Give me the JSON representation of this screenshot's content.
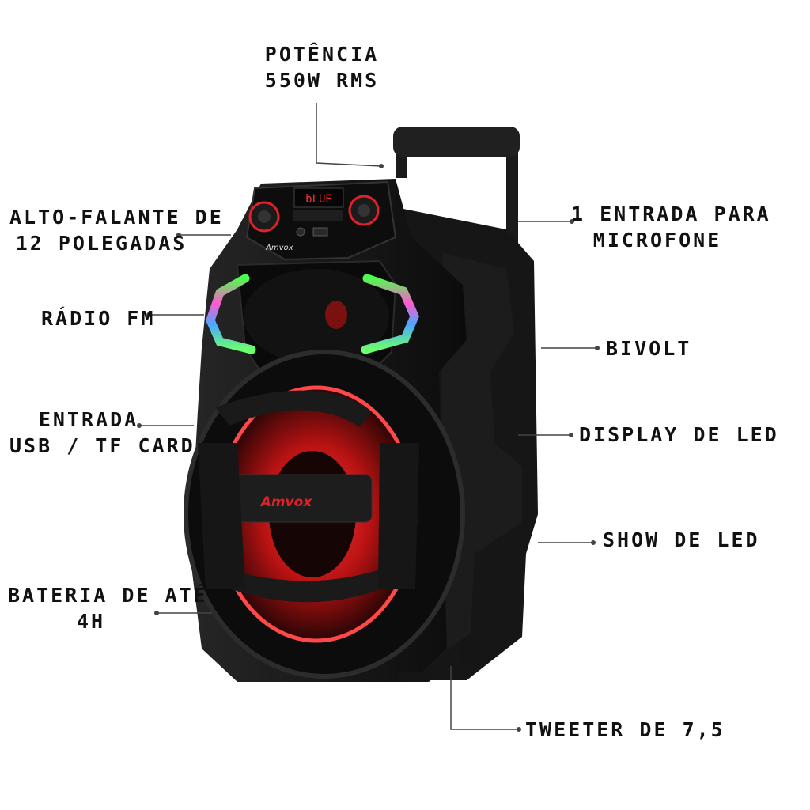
{
  "colors": {
    "text": "#111111",
    "leader": "#444444",
    "accent_red": "#e0202a",
    "body": "#141414"
  },
  "speaker": {
    "brand": "Amvox",
    "display_text": "bLUE"
  },
  "callouts": {
    "potencia": {
      "line1": "POTÊNCIA",
      "line2": "550W RMS"
    },
    "alto_falante": {
      "line1": "ALTO-FALANTE DE",
      "line2": "12 POLEGADAS"
    },
    "radio_fm": {
      "line1": "RÁDIO FM"
    },
    "entrada_usb": {
      "line1": "ENTRADA",
      "line2": "USB / TF CARD"
    },
    "bateria": {
      "line1": "BATERIA DE ATÉ",
      "line2": "4H"
    },
    "microfone": {
      "line1": "1 ENTRADA PARA",
      "line2": "MICROFONE"
    },
    "bivolt": {
      "line1": "BIVOLT"
    },
    "display_led": {
      "line1": "DISPLAY DE LED"
    },
    "show_led": {
      "line1": "SHOW DE LED"
    },
    "tweeter": {
      "line1": "TWEETER DE 7,5"
    }
  }
}
